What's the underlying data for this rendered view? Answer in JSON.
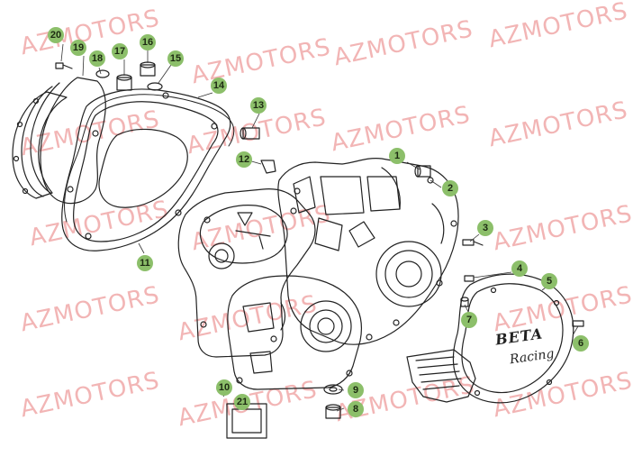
{
  "watermark": {
    "text": "AZMOTORS",
    "color": "#e87878"
  },
  "callouts": {
    "color": "#8cbf6a",
    "items": [
      {
        "label": "1"
      },
      {
        "label": "2"
      },
      {
        "label": "3"
      },
      {
        "label": "4"
      },
      {
        "label": "5"
      },
      {
        "label": "6"
      },
      {
        "label": "7"
      },
      {
        "label": "8"
      },
      {
        "label": "9"
      },
      {
        "label": "10"
      },
      {
        "label": "11"
      },
      {
        "label": "12"
      },
      {
        "label": "13"
      },
      {
        "label": "14"
      },
      {
        "label": "15"
      },
      {
        "label": "16"
      },
      {
        "label": "17"
      },
      {
        "label": "18"
      },
      {
        "label": "19"
      },
      {
        "label": "20"
      },
      {
        "label": "21"
      }
    ]
  },
  "cover_logo": {
    "brand": "BETA",
    "sub": "Racing"
  }
}
